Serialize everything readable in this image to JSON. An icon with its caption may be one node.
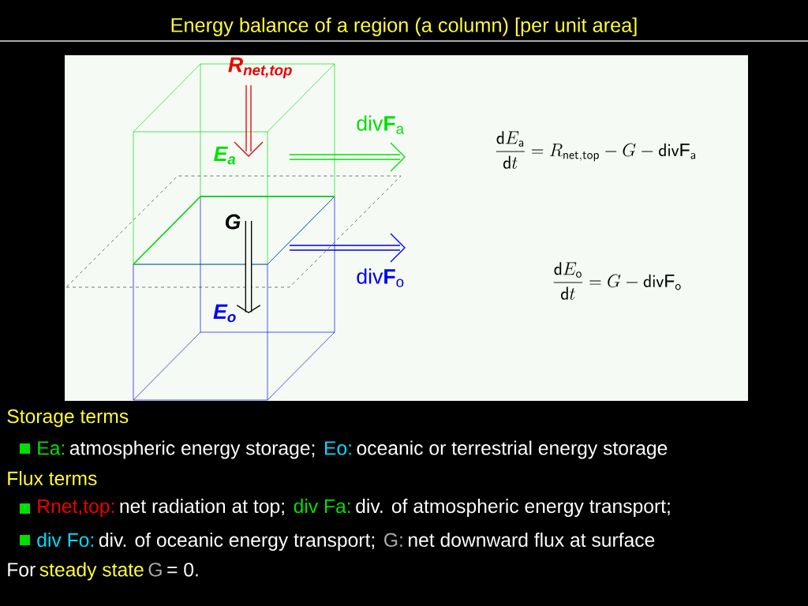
{
  "diagram": {
    "title": "Energy balance of a region (a column) [per unit area]",
    "nodes": [
      {
        "text": [
          "E$_{a}$"
        ]
      },
      {
        "text": [
          "E$_{o}$"
        ]
      }
    ],
    "edges": [
      {
        "from": 0,
        "to": 1,
        "arrow": "to",
        "label": "G"
      }
    ],
    "labels": [
      "R$_{net,top}$",
      "div**F**$_{a}$",
      "div**F**$_{o}$",
      "\\frac{\\mathsf{d}E_{\\mathsf{a}}}{\\mathsf{d}t}=R_{\\mathsf{net,top}}-G-\\mathsf{div}\\mathrm{F}_{\\mathsf{a}}",
      "\\frac{\\mathsf{d}E_{\\mathsf{o}}}{\\mathsf{d}t}=G-\\mathsf{div}\\mathrm{F}_{\\mathsf{o}}",
      "Storage terms",
      "Ea:",
      "atmospheric energy storage;",
      "Eo:",
      "oceanic or terrestrial energy storage",
      "Flux terms",
      "Rnet,top:",
      "net radiation at top;",
      "div Fa:",
      "div. of atmospheric energy transport;",
      "div Fo:",
      "div. of oceanic energy transport;",
      "G:",
      "net downward flux at surface",
      "For",
      "steady state",
      "G",
      "= 0."
    ]
  }
}
